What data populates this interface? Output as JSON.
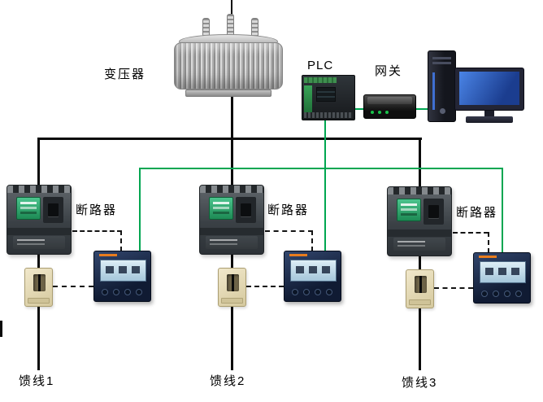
{
  "diagram": {
    "transformer_label": "变压器",
    "plc_label": "PLC",
    "gateway_label": "网关",
    "branches": [
      {
        "breaker_label": "断路器",
        "feeder_label": "馈线1"
      },
      {
        "breaker_label": "断路器",
        "feeder_label": "馈线2"
      },
      {
        "breaker_label": "断路器",
        "feeder_label": "馈线3"
      }
    ],
    "colors": {
      "power_line": "#0a0a0a",
      "comm_line": "#00a651"
    },
    "devices": {
      "transformer": "oil-immersed-transformer",
      "breaker": "molded-case-circuit-breaker",
      "current_transformer": "split-core-current-transformer",
      "meter": "multifunction-power-meter",
      "plc": "plc-controller",
      "gateway": "communication-gateway",
      "computer": "monitoring-workstation"
    }
  }
}
